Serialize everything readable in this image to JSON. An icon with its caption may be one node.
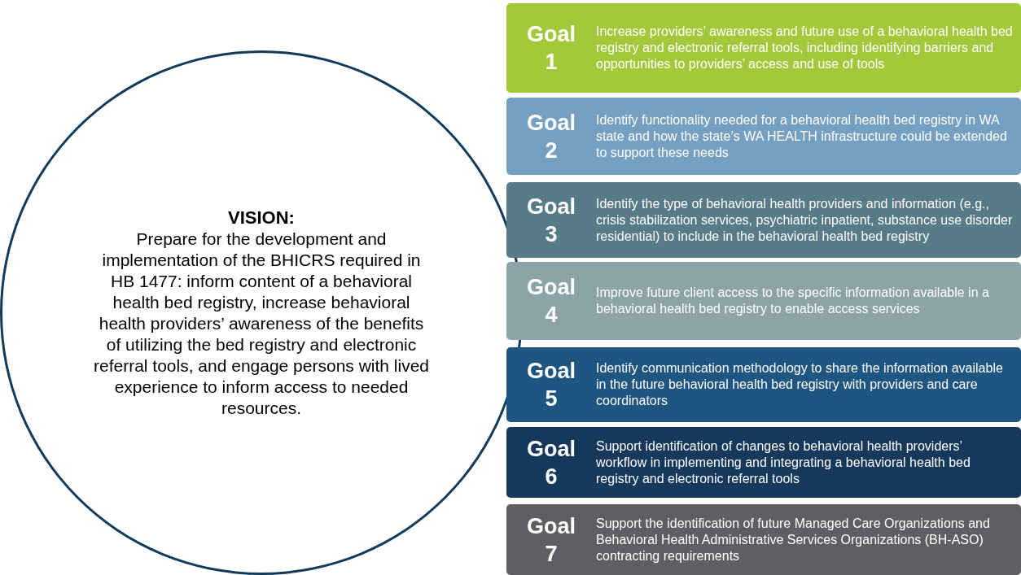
{
  "diagram": {
    "nodes": [
      {
        "text": [
          "VISION:",
          "Prepare for the development and implementation of the BHICRS required in HB 1477: inform content of a behavioral health bed registry, increase behavioral health providers’ awareness of the benefits of utilizing the bed registry and electronic referral tools, and engage persons with lived experience to inform access to needed resources."
        ]
      },
      {
        "text": [
          "Goal 1",
          "Increase providers’ awareness and future use of a behavioral health bed registry and electronic referral tools, including identifying barriers and opportunities to providers’ access and use of tools"
        ]
      },
      {
        "text": [
          "Goal 2",
          "Identify functionality needed for a behavioral health bed registry in WA state and how the state’s WA HEALTH infrastructure could be extended to support these needs"
        ]
      },
      {
        "text": [
          "Goal 3",
          "Identify the type of behavioral health providers and information (e.g., crisis stabilization services, psychiatric inpatient, substance use disorder residential) to include in the behavioral health bed registry"
        ]
      },
      {
        "text": [
          "Goal 4",
          "Improve future client access to the specific information available in a behavioral health bed registry to enable access services"
        ]
      },
      {
        "text": [
          "Goal 5",
          "Identify communication methodology to share the information available in the future behavioral health bed registry with providers and care coordinators"
        ]
      },
      {
        "text": [
          "Goal 6",
          "Support identification of changes to behavioral health providers’ workflow in implementing and integrating a behavioral health bed registry and electronic referral tools"
        ]
      },
      {
        "text": [
          "Goal 7",
          "Support the identification of future Managed Care Organizations and Behavioral Health Administrative Services Organizations (BH-ASO) contracting requirements"
        ]
      }
    ]
  }
}
